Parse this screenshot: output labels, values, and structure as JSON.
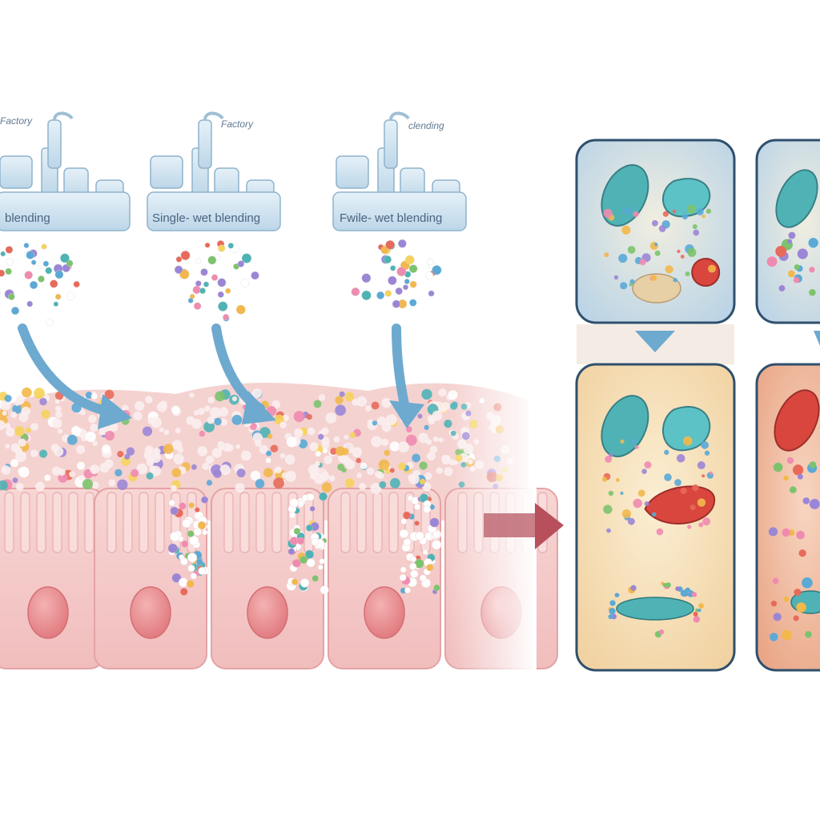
{
  "factories": [
    {
      "chimney_label": "Factory",
      "plate_label": "blending"
    },
    {
      "chimney_label": "Factory",
      "plate_label": "Single- wet blending"
    },
    {
      "chimney_label": "clending",
      "plate_label": "Fwile- wet blending"
    }
  ],
  "colors": {
    "factory_fill": "#cfe3f0",
    "factory_stroke": "#8fb3cc",
    "arrow_blue": "#6ea9cf",
    "arrow_red": "#b8505c",
    "tissue_pink": "#f3c9c8",
    "cell_fill": "#f6cfcf",
    "nucleus": "#e98f92",
    "panel_blue": "#dbe8f2",
    "panel_yellow": "#f5dfb4",
    "panel_orange": "#eeb497",
    "organelle_teal": "#4fb3b5",
    "organelle_red": "#d9463e"
  },
  "icons": [
    "factory-icon",
    "down-arrow-icon",
    "right-arrow-icon",
    "particle-dots",
    "cell-icon",
    "nucleus-icon",
    "organelle-icon"
  ]
}
